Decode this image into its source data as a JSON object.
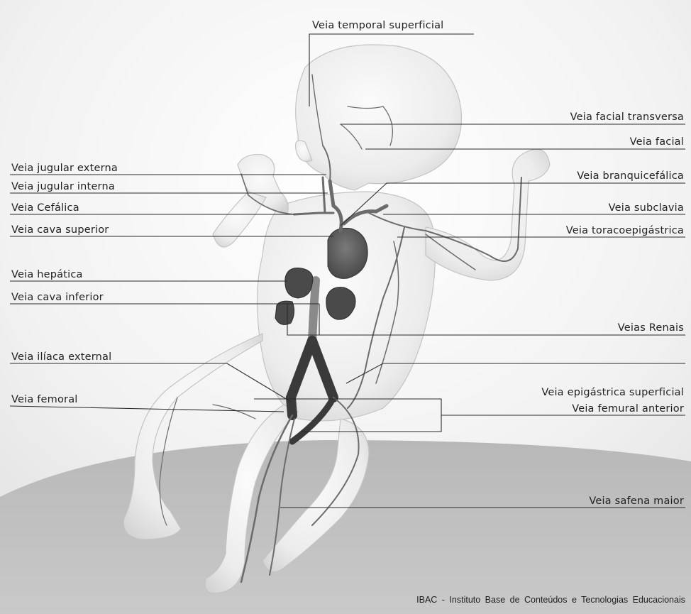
{
  "labels_left": [
    "Veia jugular externa",
    "Veia jugular interna",
    "Veia Cefálica",
    "Veia cava superior",
    "Veia hepática",
    "Veia cava inferior",
    "Veia ilíaca external",
    "Veia femoral"
  ],
  "labels_right": [
    "Veia facial transversa",
    "Veia facial",
    "Veia branquicefálica",
    "Veia subclavia",
    "Veia toracoepigástrica",
    "Veias Renais",
    "Veia epigástrica superficial",
    "Veia femural anterior",
    "Veia safena maior"
  ],
  "label_top": "Veia temporal superficial",
  "credit": "IBAC - Instituto Base de Conteúdos e Tecnologias Educacionais"
}
